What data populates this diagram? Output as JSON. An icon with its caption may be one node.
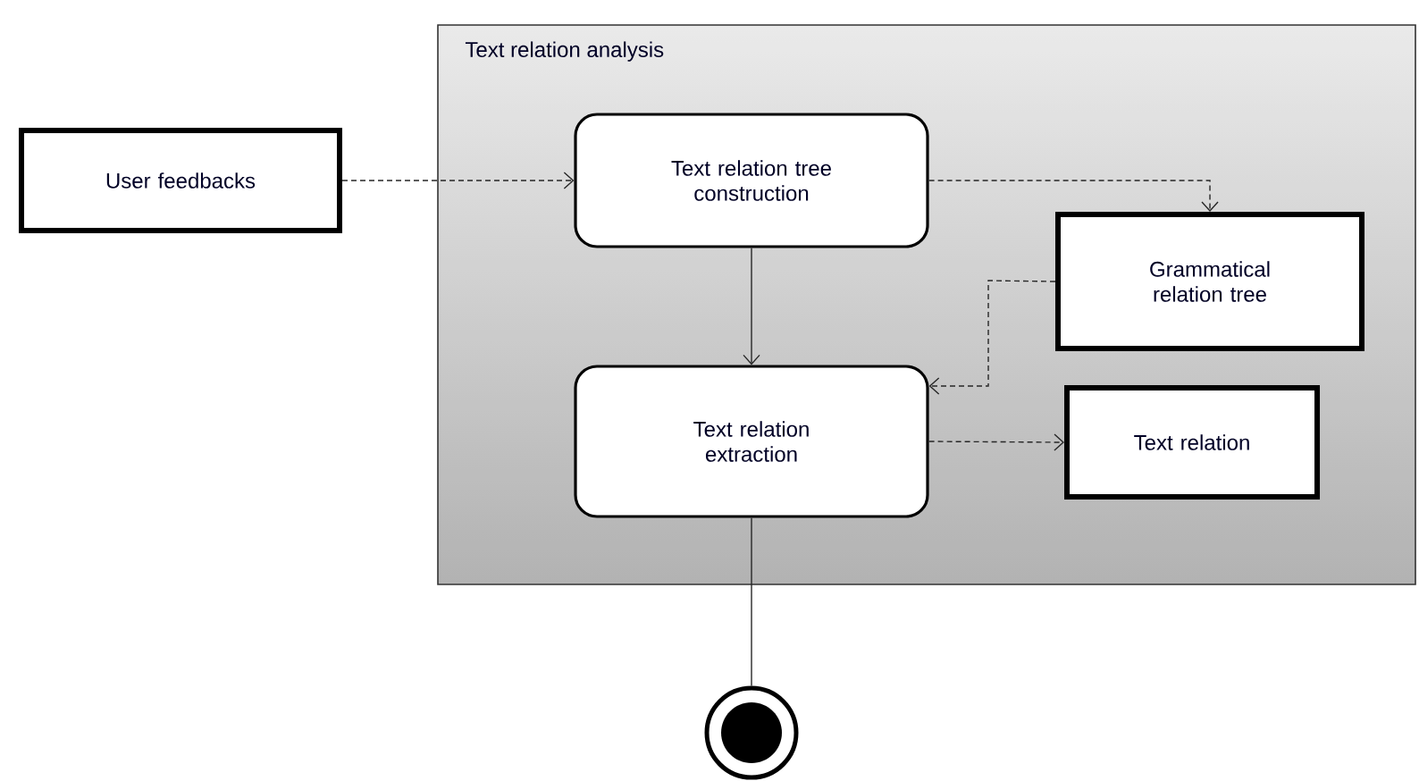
{
  "diagram": {
    "nodes": [
      {
        "text": [
          "Text relation  analysis"
        ]
      },
      {
        "text": [
          "User feedbacks"
        ]
      },
      {
        "text": [
          "Text relation tree construction"
        ],
        "in": 0
      },
      {
        "text": [
          "Grammatical relation tree"
        ],
        "in": 0
      },
      {
        "text": [
          "Text relation extraction"
        ],
        "in": 0
      },
      {
        "text": [
          "Text relation"
        ],
        "in": 0
      },
      {
        "text": [],
        "shape": "circle"
      }
    ],
    "edges": [
      {
        "from": 1,
        "to": 2,
        "arrow": "to",
        "style": "dashed"
      },
      {
        "from": 2,
        "to": 3,
        "arrow": "to",
        "style": "dashed"
      },
      {
        "from": 2,
        "to": 4,
        "arrow": "to"
      },
      {
        "from": 3,
        "to": 4,
        "arrow": "to",
        "style": "dashed"
      },
      {
        "from": 4,
        "to": 5,
        "arrow": "to",
        "style": "dashed"
      },
      {
        "from": 4,
        "to": 6,
        "arrow": "none"
      }
    ]
  }
}
